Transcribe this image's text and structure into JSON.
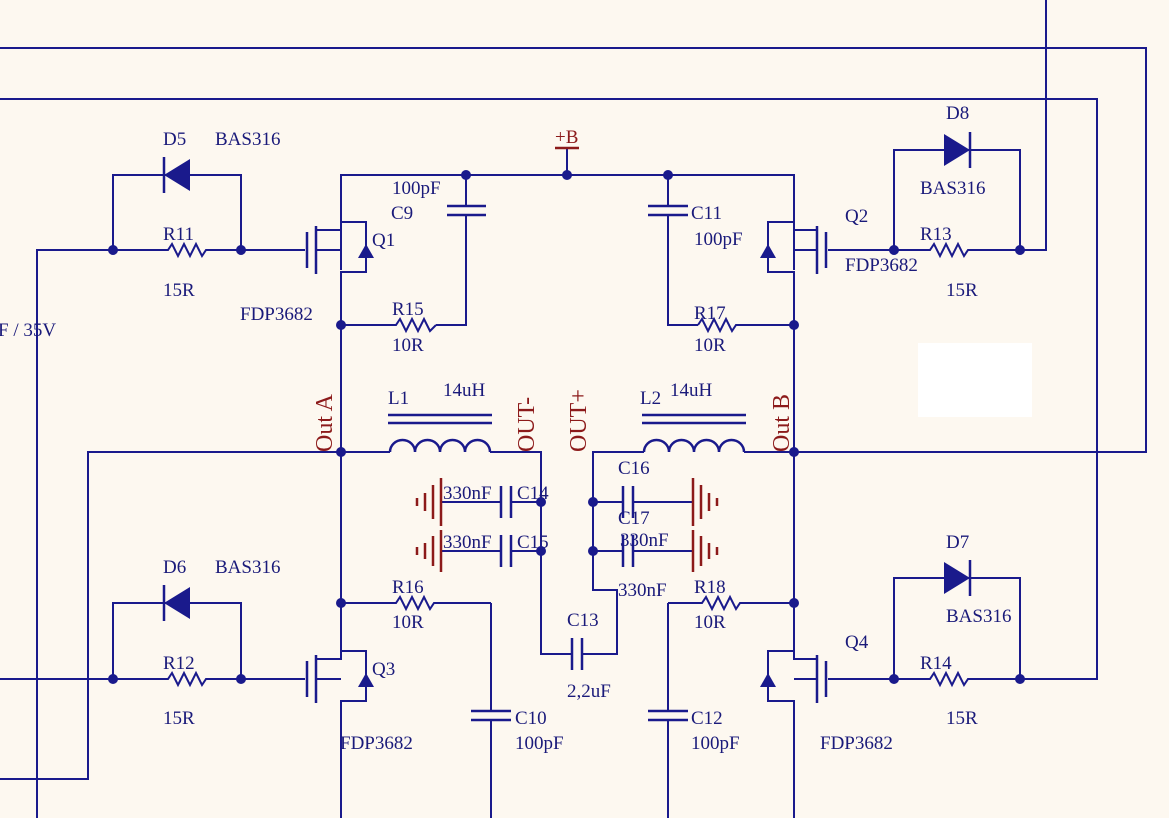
{
  "labels": {
    "D5": "D5",
    "D5_part": "BAS316",
    "D6": "D6",
    "D6_part": "BAS316",
    "D7": "D7",
    "D7_part": "BAS316",
    "D8": "D8",
    "D8_part": "BAS316",
    "R11": "R11",
    "R11_val": "15R",
    "R12": "R12",
    "R12_val": "15R",
    "R13": "R13",
    "R13_val": "15R",
    "R14": "R14",
    "R14_val": "15R",
    "R15": "R15",
    "R15_val": "10R",
    "R16": "R16",
    "R16_val": "10R",
    "R17": "R17",
    "R17_val": "10R",
    "R18": "R18",
    "R18_val": "10R",
    "C9": "C9",
    "C9_val": "100pF",
    "C10": "C10",
    "C10_val": "100pF",
    "C11": "C11",
    "C11_val": "100pF",
    "C12": "C12",
    "C12_val": "100pF",
    "C13": "C13",
    "C13_val": "2,2uF",
    "C14": "C14",
    "C14_val": "330nF",
    "C15": "C15",
    "C15_val": "330nF",
    "C16": "C16",
    "C16_val": "330nF",
    "C17": "C17",
    "C17_val": "330nF",
    "L1": "L1",
    "L1_val": "14uH",
    "L2": "L2",
    "L2_val": "14uH",
    "Q1": "Q1",
    "Q1_part": "FDP3682",
    "Q2": "Q2",
    "Q2_part": "FDP3682",
    "Q3": "Q3",
    "Q3_part": "FDP3682",
    "Q4": "Q4",
    "Q4_part": "FDP3682",
    "pwr_plus_b": "+B",
    "net_out_a": "Out A",
    "net_out_b": "Out B",
    "net_out_minus": "OUT-",
    "net_out_plus": "OUT+",
    "partial_text": "F / 35V"
  },
  "colors": {
    "wire": "#1a1a8c",
    "net_label": "#8c1a1a",
    "background": "#fdf8f0"
  }
}
